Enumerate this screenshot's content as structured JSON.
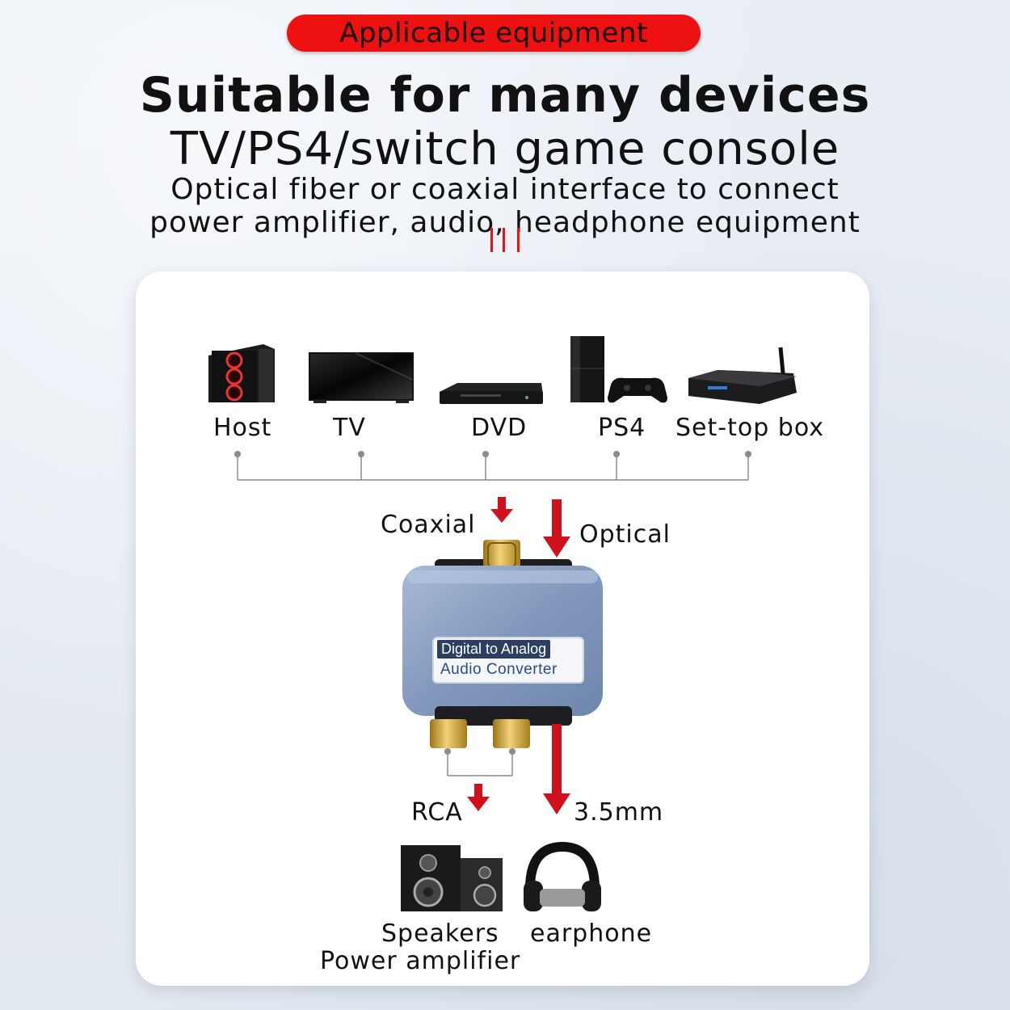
{
  "banner": {
    "label": "Applicable equipment"
  },
  "headline": "Suitable for many devices",
  "subheadline": "TV/PS4/switch game console",
  "description": {
    "line1": "Optical fiber or coaxial interface to connect",
    "line2": "power amplifier, audio, headphone equipment"
  },
  "devices": {
    "host": "Host",
    "tv": "TV",
    "dvd": "DVD",
    "ps4": "PS4",
    "settop": "Set-top box"
  },
  "inputs": {
    "coaxial": "Coaxial",
    "optical": "Optical"
  },
  "converter": {
    "line1": "Digital to Analog",
    "line2": "Audio Converter"
  },
  "outputs": {
    "rca": "RCA",
    "jack": "3.5mm"
  },
  "output_devices": {
    "speakers": "Speakers",
    "amplifier": "Power amplifier",
    "earphone": "earphone"
  },
  "colors": {
    "accent_red": "#ee1111",
    "arrow_red": "#d0101a",
    "device_blue": "#8fa5c9"
  }
}
